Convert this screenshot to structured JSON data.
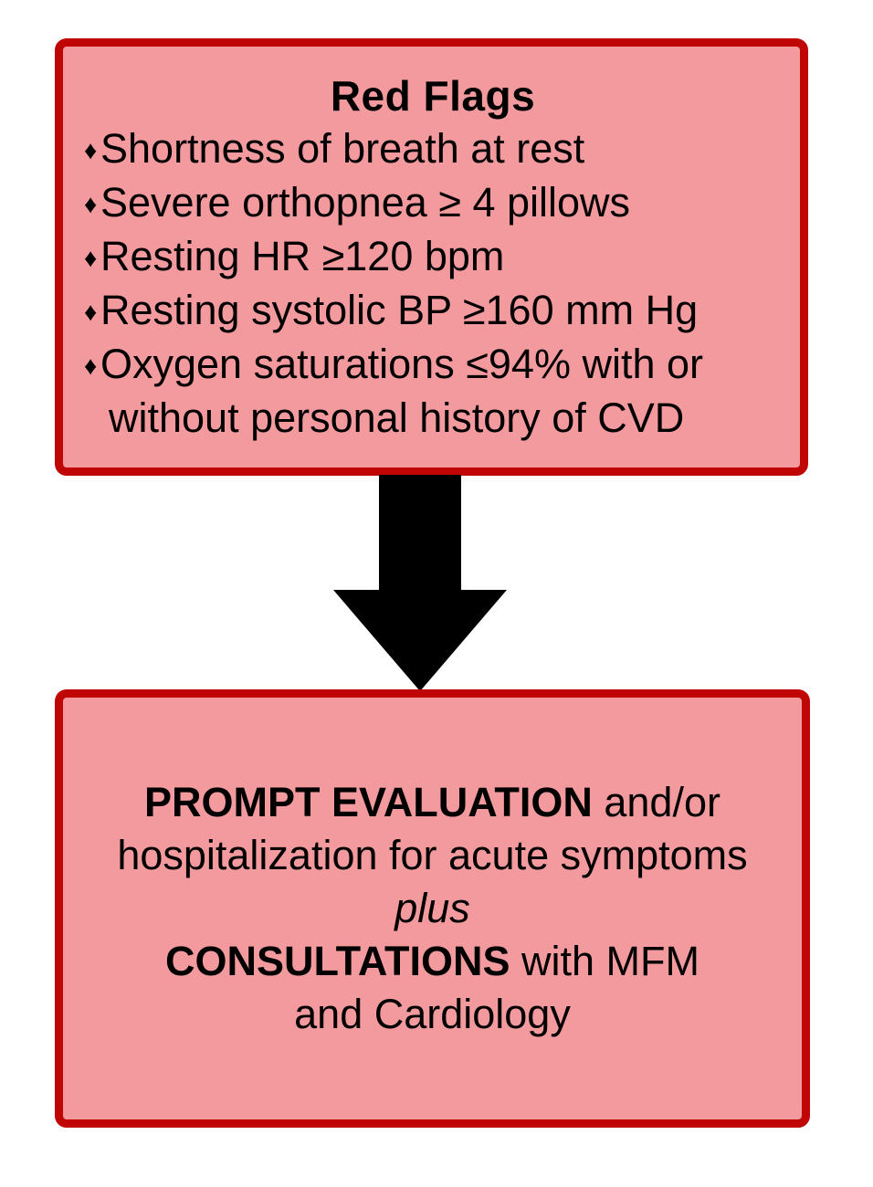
{
  "colors": {
    "background": "#FFFFFF",
    "box_fill": "#F39A9E",
    "box_border": "#C00505",
    "text": "#000000",
    "arrow": "#000000"
  },
  "top_box": {
    "title": "Red Flags",
    "bullet_glyph": "♦",
    "items": [
      "Shortness of breath at rest",
      "Severe orthopnea ≥ 4 pillows",
      "Resting HR ≥120 bpm",
      "Resting systolic BP ≥160 mm Hg",
      "Oxygen saturations ≤94% with or\nwithout personal history of CVD"
    ]
  },
  "arrow": {
    "name": "down-arrow"
  },
  "bottom_box": {
    "line1_bold": "PROMPT EVALUATION",
    "line1_rest": " and/or",
    "line2": "hospitalization for acute symptoms",
    "line3_italic": "plus",
    "line4_bold": "CONSULTATIONS",
    "line4_rest": " with MFM",
    "line5": "and Cardiology"
  }
}
